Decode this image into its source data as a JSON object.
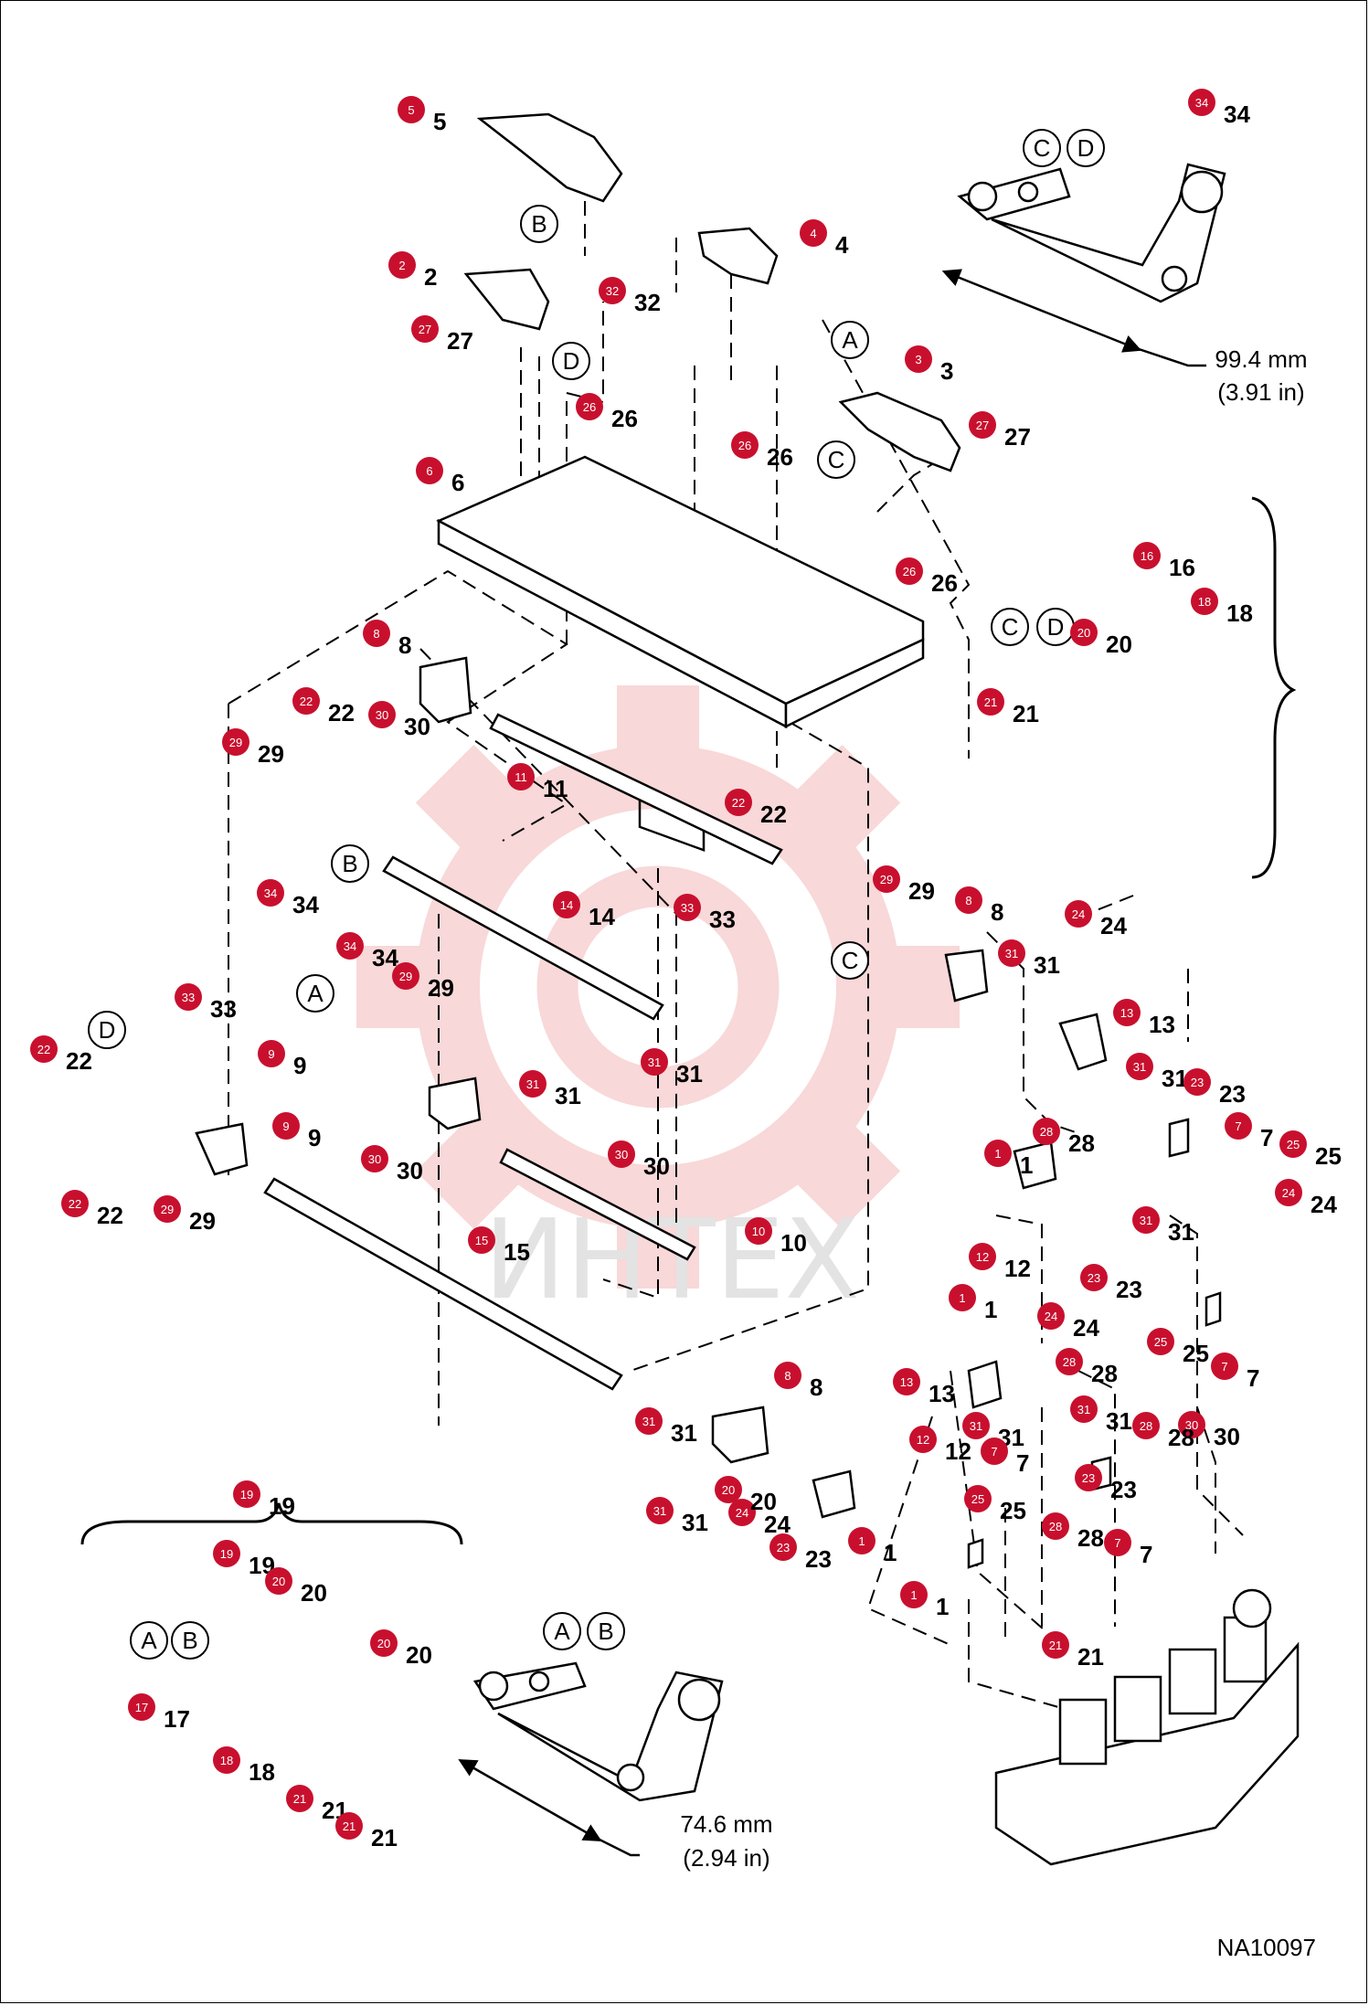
{
  "figure_id": "NA10097",
  "watermark": {
    "text": "ИНТЕХ",
    "color": "#e6e6e6",
    "gear_color": "#f6c9c9"
  },
  "colors": {
    "callout_fill": "#c8102e",
    "callout_text": "#ffffff",
    "ink": "#000000"
  },
  "dimensions": [
    {
      "id": "dim-cd",
      "value": "99.4 mm",
      "sub": "(3.91 in)"
    },
    {
      "id": "dim-ab",
      "value": "74.6 mm",
      "sub": "(2.94 in)"
    }
  ],
  "letters": [
    "A",
    "B",
    "C",
    "D"
  ],
  "groups": [
    {
      "id": "group-34",
      "number": "34"
    },
    {
      "id": "group-33",
      "number": "33"
    }
  ],
  "callouts": [
    "5",
    "2",
    "27",
    "32",
    "4",
    "34",
    "3",
    "27",
    "26",
    "26",
    "6",
    "26",
    "8",
    "22",
    "30",
    "29",
    "11",
    "34",
    "14",
    "22",
    "29",
    "33",
    "31",
    "8",
    "31",
    "24",
    "13",
    "34",
    "29",
    "33",
    "22",
    "9",
    "31",
    "9",
    "30",
    "29",
    "22",
    "30",
    "15",
    "10",
    "31",
    "31",
    "23",
    "7",
    "28",
    "25",
    "24",
    "1",
    "31",
    "12",
    "23",
    "1",
    "24",
    "25",
    "7",
    "28",
    "13",
    "31",
    "8",
    "31",
    "30",
    "31",
    "24",
    "12",
    "23",
    "1",
    "23",
    "7",
    "28",
    "25",
    "28",
    "7",
    "1",
    "21",
    "19",
    "20",
    "20",
    "17",
    "18",
    "21",
    "21",
    "19",
    "20",
    "20",
    "16",
    "18",
    "21"
  ]
}
